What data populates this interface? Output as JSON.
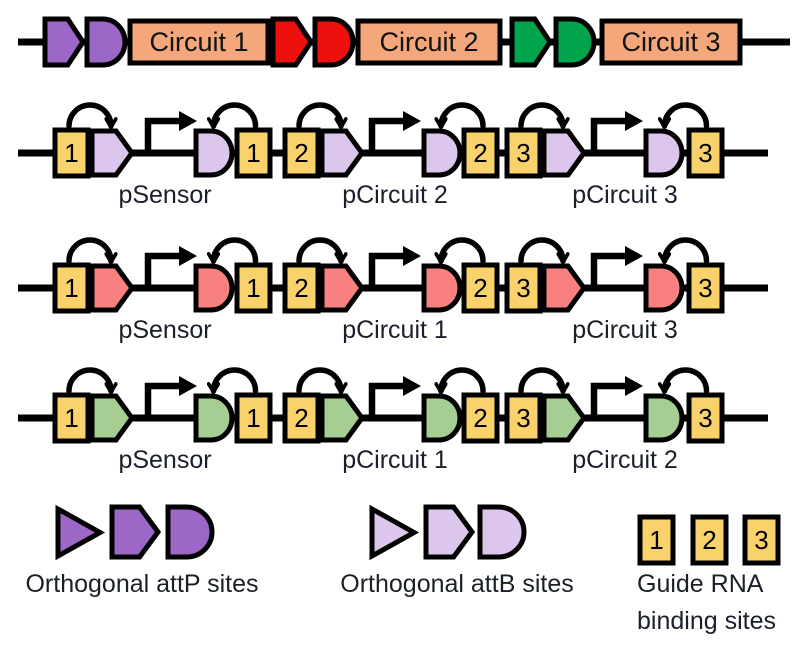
{
  "colors": {
    "attP_purple": "#9C67C6",
    "attP_red": "#ED100C",
    "attP_green": "#00A44D",
    "attB_lavender": "#DCC6EB",
    "attB_salmon": "#F8807F",
    "attB_green": "#A6CD92",
    "circuit_box_peach": "#F3A77B",
    "grna_box_yellow": "#F9D26B",
    "outline_black": "#000000",
    "label_text": "#1B1F2A"
  },
  "top_row": {
    "segments": [
      {
        "type": "att_site_pair",
        "shapes": [
          "pentagon",
          "halfcircle"
        ],
        "color_key": "attP_purple"
      },
      {
        "type": "gene_box",
        "label": "Circuit 1",
        "color_key": "circuit_box_peach"
      },
      {
        "type": "att_site_pair",
        "shapes": [
          "pentagon",
          "halfcircle"
        ],
        "color_key": "attP_red"
      },
      {
        "type": "gene_box",
        "label": "Circuit 2",
        "color_key": "circuit_box_peach"
      },
      {
        "type": "att_site_pair",
        "shapes": [
          "pentagon",
          "halfcircle"
        ],
        "color_key": "attP_green"
      },
      {
        "type": "gene_box",
        "label": "Circuit 3",
        "color_key": "circuit_box_peach"
      }
    ]
  },
  "rows": [
    {
      "site_color_key": "attB_lavender",
      "units": [
        {
          "left_box": "1",
          "promoter_label": "pSensor",
          "right_box": "1"
        },
        {
          "left_box": "2",
          "promoter_label": "pCircuit 2",
          "right_box": "2"
        },
        {
          "left_box": "3",
          "promoter_label": "pCircuit 3",
          "right_box": "3"
        }
      ]
    },
    {
      "site_color_key": "attB_salmon",
      "units": [
        {
          "left_box": "1",
          "promoter_label": "pSensor",
          "right_box": "1"
        },
        {
          "left_box": "2",
          "promoter_label": "pCircuit 1",
          "right_box": "2"
        },
        {
          "left_box": "3",
          "promoter_label": "pCircuit 3",
          "right_box": "3"
        }
      ]
    },
    {
      "site_color_key": "attB_green",
      "units": [
        {
          "left_box": "1",
          "promoter_label": "pSensor",
          "right_box": "1"
        },
        {
          "left_box": "2",
          "promoter_label": "pCircuit 1",
          "right_box": "2"
        },
        {
          "left_box": "3",
          "promoter_label": "pCircuit 2",
          "right_box": "3"
        }
      ]
    }
  ],
  "legend": {
    "attP": {
      "label": "Orthogonal attP sites",
      "color_key": "attP_purple",
      "shapes": [
        "triangle",
        "pentagon",
        "halfcircle"
      ]
    },
    "attB": {
      "label": "Orthogonal attB sites",
      "color_key": "attB_lavender",
      "shapes": [
        "triangle",
        "pentagon",
        "halfcircle"
      ]
    },
    "guide_rna": {
      "label_line1": "Guide RNA",
      "label_line2": "binding sites",
      "boxes": [
        "1",
        "2",
        "3"
      ],
      "color_key": "grna_box_yellow"
    }
  }
}
